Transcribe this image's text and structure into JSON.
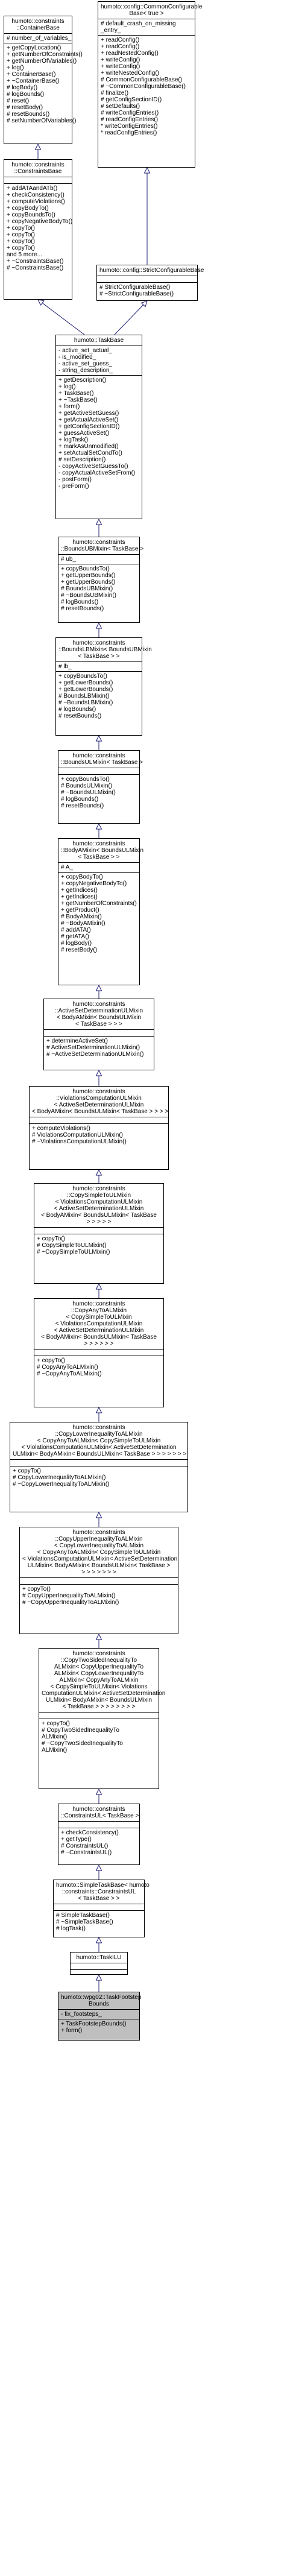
{
  "classes": [
    {
      "id": "container-base",
      "name": [
        "humoto::constraints",
        "::ContainerBase"
      ],
      "attributes": [
        "# number_of_variables_"
      ],
      "methods": [
        "+ getCopyLocation()",
        "+ getNumberOfConstraints()",
        "+ getNumberOfVariables()",
        "+ log()",
        "+ ContainerBase()",
        "+ ~ContainerBase()",
        "# logBody()",
        "# logBounds()",
        "# reset()",
        "# resetBody()",
        "# resetBounds()",
        "# setNumberOfVariables()"
      ]
    },
    {
      "id": "constraints-base",
      "name": [
        "humoto::constraints",
        "::ConstraintsBase"
      ],
      "attributes": [],
      "methods": [
        "+ addATAandATb()",
        "+ checkConsistency()",
        "+ computeViolations()",
        "+ copyBodyTo()",
        "+ copyBoundsTo()",
        "+ copyNegativeBodyTo()",
        "+ copyTo()",
        "+ copyTo()",
        "+ copyTo()",
        "+ copyTo()",
        "and 5 more...",
        "+ ~ConstraintsBase()",
        "# ~ConstraintsBase()"
      ]
    },
    {
      "id": "common-config",
      "name": [
        "humoto::config::CommonConfigurable",
        "Base< true >"
      ],
      "attributes": [
        "# default_crash_on_missing",
        "_entry_"
      ],
      "methods": [
        "+ readConfig()",
        "+ readConfig()",
        "+ readNestedConfig()",
        "+ writeConfig()",
        "+ writeConfig()",
        "+ writeNestedConfig()",
        "# CommonConfigurableBase()",
        "# ~CommonConfigurableBase()",
        "# finalize()",
        "# getConfigSectionID()",
        "# setDefaults()",
        "# writeConfigEntries()",
        "# readConfigEntries()",
        "* writeConfigEntries()",
        "* readConfigEntries()"
      ]
    },
    {
      "id": "strict-config",
      "name": [
        "humoto::config::StrictConfigurableBase"
      ],
      "attributes": [],
      "methods": [
        "# StrictConfigurableBase()",
        "# ~StrictConfigurableBase()"
      ]
    },
    {
      "id": "task-base",
      "name": [
        "humoto::TaskBase"
      ],
      "attributes": [
        "- active_set_actual_",
        "- is_modified_",
        "- active_set_guess_",
        "- string_description_"
      ],
      "methods": [
        "+ getDescription()",
        "+ log()",
        "+ TaskBase()",
        "+ ~TaskBase()",
        "+ form()",
        "+ getActiveSetGuess()",
        "+ getActualActiveSet()",
        "+ getConfigSectionID()",
        "+ guessActiveSet()",
        "+ logTask()",
        "+ markAsUnmodified()",
        "+ setActualSetCondTo()",
        "# setDescription()",
        "- copyActiveSetGuessTo()",
        "- copyActualActiveSetFrom()",
        "- postForm()",
        "- preForm()"
      ]
    },
    {
      "id": "bounds-ub",
      "name": [
        "humoto::constraints",
        "::BoundsUBMixin< TaskBase >"
      ],
      "attributes": [
        "# ub_"
      ],
      "methods": [
        "+ copyBoundsTo()",
        "+ getUpperBounds()",
        "+ getUpperBounds()",
        "# BoundsUBMixin()",
        "# ~BoundsUBMixin()",
        "# logBounds()",
        "# resetBounds()"
      ]
    },
    {
      "id": "bounds-lb",
      "name": [
        "humoto::constraints",
        "::BoundsLBMixin< BoundsUBMixin",
        "< TaskBase > >"
      ],
      "attributes": [
        "# lb_"
      ],
      "methods": [
        "+ copyBoundsTo()",
        "+ getLowerBounds()",
        "+ getLowerBounds()",
        "# BoundsLBMixin()",
        "# ~BoundsLBMixin()",
        "# logBounds()",
        "# resetBounds()"
      ]
    },
    {
      "id": "bounds-ulb",
      "name": [
        "humoto::constraints",
        "::BoundsULMixin< TaskBase >"
      ],
      "attributes": [],
      "methods": [
        "+ copyBoundsTo()",
        "# BoundsULMixin()",
        "# ~BoundsULMixin()",
        "# logBounds()",
        "# resetBounds()"
      ]
    },
    {
      "id": "body-a",
      "name": [
        "humoto::constraints",
        "::BodyAMixin< BoundsULMixin",
        "< TaskBase > >"
      ],
      "attributes": [
        "# A_"
      ],
      "methods": [
        "+ copyBodyTo()",
        "+ copyNegativeBodyTo()",
        "+ getIndices()",
        "+ getIndices()",
        "+ getNumberOfConstraints()",
        "+ getProduct()",
        "# BodyAMixin()",
        "# ~BodyAMixin()",
        "# addATA()",
        "# getATA()",
        "# logBody()",
        "# resetBody()"
      ]
    },
    {
      "id": "active-set-ul",
      "name": [
        "humoto::constraints",
        "::ActiveSetDeterminationULMixin",
        "< BodyAMixin< BoundsULMixin",
        "< TaskBase > > >"
      ],
      "attributes": [],
      "methods": [
        "+ determineActiveSet()",
        "# ActiveSetDeterminationULMixin()",
        "# ~ActiveSetDeterminationULMixin()"
      ]
    },
    {
      "id": "violations-ul",
      "name": [
        "humoto::constraints",
        "::ViolationsComputationULMixin",
        "< ActiveSetDeterminationULMixin",
        "< BodyAMixin< BoundsULMixin< TaskBase > > > >"
      ],
      "attributes": [],
      "methods": [
        "+ computeViolations()",
        "# ViolationsComputationULMixin()",
        "# ~ViolationsComputationULMixin()"
      ]
    },
    {
      "id": "copy-simple-to-ul",
      "name": [
        "humoto::constraints",
        "::CopySimpleToULMixin",
        "< ViolationsComputationULMixin",
        "< ActiveSetDeterminationULMixin",
        "< BodyAMixin< BoundsULMixin< TaskBase",
        "> > > > >"
      ],
      "attributes": [],
      "methods": [
        "+ copyTo()",
        "# CopySimpleToULMixin()",
        "# ~CopySimpleToULMixin()"
      ]
    },
    {
      "id": "copy-any-to-ul",
      "name": [
        "humoto::constraints",
        "::CopyAnyToALMixin",
        "< CopySimpleToULMixin",
        "< ViolationsComputationULMixin",
        "< ActiveSetDeterminationULMixin",
        "< BodyAMixin< BoundsULMixin< TaskBase",
        "> > > > > >"
      ],
      "attributes": [],
      "methods": [
        "+ copyTo()",
        "# CopyAnyToALMixin()",
        "# ~CopyAnyToALMixin()"
      ]
    },
    {
      "id": "copy-lower-ineq",
      "name": [
        "humoto::constraints",
        "::CopyLowerInequalityToALMixin",
        "< CopyAnyToALMixin< CopySimpleToULMixin",
        "< ViolationsComputationULMixin< ActiveSetDetermination",
        "ULMixin< BodyAMixin< BoundsULMixin< TaskBase > > > > > > >"
      ],
      "attributes": [],
      "methods": [
        "+ copyTo()",
        "# CopyLowerInequalityToALMixin()",
        "# ~CopyLowerInequalityToALMixin()"
      ]
    },
    {
      "id": "copy-upper-ineq",
      "name": [
        "humoto::constraints",
        "::CopyUpperInequalityToALMixin",
        "< CopyLowerInequalityToALMixin",
        "< CopyAnyToALMixin< CopySimpleToULMixin",
        "< ViolationsComputationULMixin< ActiveSetDetermination",
        "ULMixin< BodyAMixin< BoundsULMixin< TaskBase >",
        "> > > > > > >"
      ],
      "attributes": [],
      "methods": [
        "+ copyTo()",
        "# CopyUpperInequalityToALMixin()",
        "# ~CopyUpperInequalityToALMixin()"
      ]
    },
    {
      "id": "copy-two-sided",
      "name": [
        "humoto::constraints",
        "::CopyTwoSidedInequalityTo",
        "ALMixin< CopyUpperInequalityTo",
        "ALMixin< CopyLowerInequalityTo",
        "ALMixin< CopyAnyToALMixin",
        "< CopySimpleToULMixin< Violations",
        "ComputationULMixin< ActiveSetDetermination",
        "ULMixin< BodyAMixin< BoundsULMixin",
        "< TaskBase > > > > > > > >"
      ],
      "attributes": [],
      "methods": [
        "+ copyTo()",
        "# CopyTwoSidedInequalityTo",
        "ALMixin()",
        "# ~CopyTwoSidedInequalityTo",
        "ALMixin()"
      ]
    },
    {
      "id": "constraints-ul",
      "name": [
        "humoto::constraints",
        "::ConstraintsUL< TaskBase >"
      ],
      "attributes": [],
      "methods": [
        "+ checkConsistency()",
        "+ getType()",
        "# ConstraintsUL()",
        "# ~ConstraintsUL()"
      ]
    },
    {
      "id": "simple-task-base",
      "name": [
        "humoto::SimpleTaskBase< humoto",
        "::constraints::ConstraintsUL",
        "< TaskBase > >"
      ],
      "attributes": [],
      "methods": [
        "# SimpleTaskBase()",
        "# ~SimpleTaskBase()",
        "# logTask()"
      ]
    },
    {
      "id": "task-ilu",
      "name": [
        "humoto::TaskILU"
      ],
      "attributes": [],
      "methods": []
    },
    {
      "id": "footstep-bounds",
      "name": [
        "humoto::wpg02::TaskFootstep",
        "Bounds"
      ],
      "attributes": [
        "- fix_footsteps_"
      ],
      "methods": [
        "+ TaskFootstepBounds()",
        "+ form()"
      ]
    }
  ]
}
